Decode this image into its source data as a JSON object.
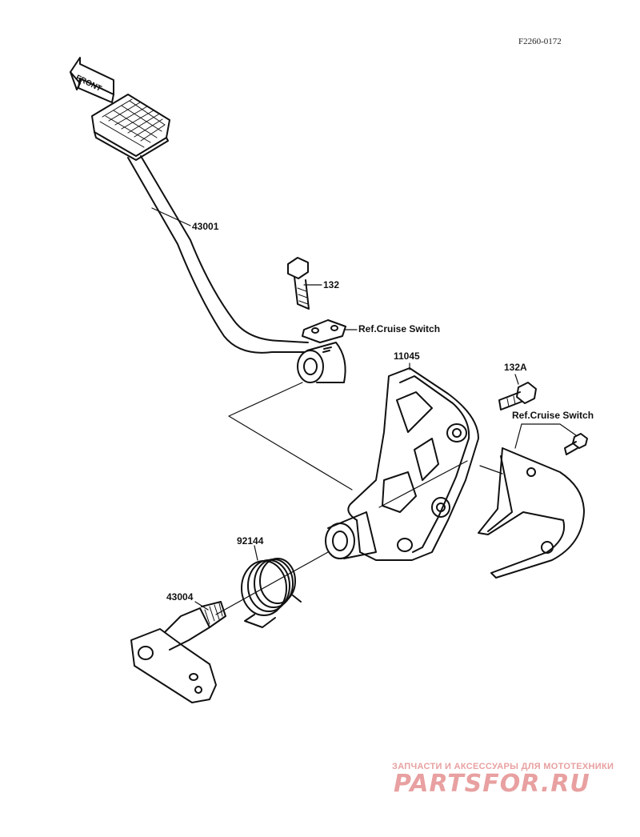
{
  "diagram": {
    "code": "F2260-0172",
    "front_label": "FRONT",
    "parts": {
      "brake_pedal": "43001",
      "bolt": "132",
      "cruise_ref_top": "Ref.Cruise Switch",
      "bracket": "11045",
      "bolt_a": "132A",
      "cruise_ref_right": "Ref.Cruise Switch",
      "spring": "92144",
      "shaft": "43004"
    }
  },
  "watermark": {
    "tagline": "ЗАПЧАСТИ И АКСЕССУАРЫ ДЛЯ МОТОТЕХНИКИ",
    "logo": "PARTSFOR.RU",
    "colors": {
      "red": "#e8a0a0",
      "gray": "#c8c8c8"
    }
  }
}
